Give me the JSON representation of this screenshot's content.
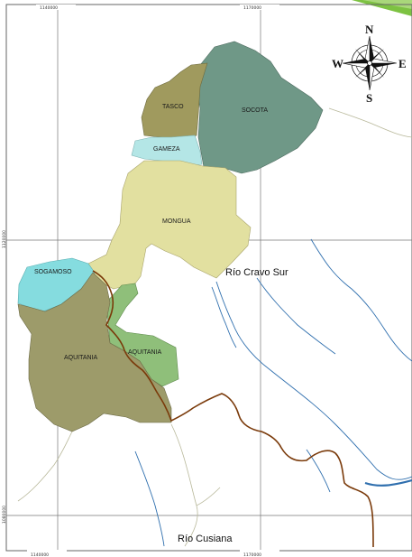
{
  "map": {
    "municipalities": {
      "tasco": {
        "label": "TASCO",
        "color": "#a09a5e"
      },
      "socota": {
        "label": "SOCOTA",
        "color": "#6f9887"
      },
      "gameza": {
        "label": "GAMEZA",
        "color": "#b4e6e6"
      },
      "mongua": {
        "label": "MONGUA",
        "color": "#e2e0a0"
      },
      "sogamoso": {
        "label": "SOGAMOSO",
        "color": "#85dcdf"
      },
      "aquitania_west": {
        "label": "AQUITANIA",
        "color": "#9d9b6a"
      },
      "aquitania_east": {
        "label": "AQUITANIA",
        "color": "#8fbf7a"
      }
    },
    "rivers": {
      "cravo_sur": {
        "label": "Río Cravo Sur"
      },
      "cusiana": {
        "label": "Río Cusiana"
      }
    },
    "compass": {
      "north": "N",
      "south": "S",
      "east": "E",
      "west": "W"
    },
    "coordinates": {
      "top_left": "1140000",
      "top_right": "1170000",
      "left_upper": "1120000",
      "left_lower": "1080000",
      "bottom_left": "1140000",
      "bottom_right": "1170000"
    },
    "colors": {
      "grid": "#777777",
      "boundary_river": "#7a3a0a",
      "river_blue": "#2f6fae",
      "road": "#b8b89a",
      "accent_green": "#7dc242"
    }
  }
}
